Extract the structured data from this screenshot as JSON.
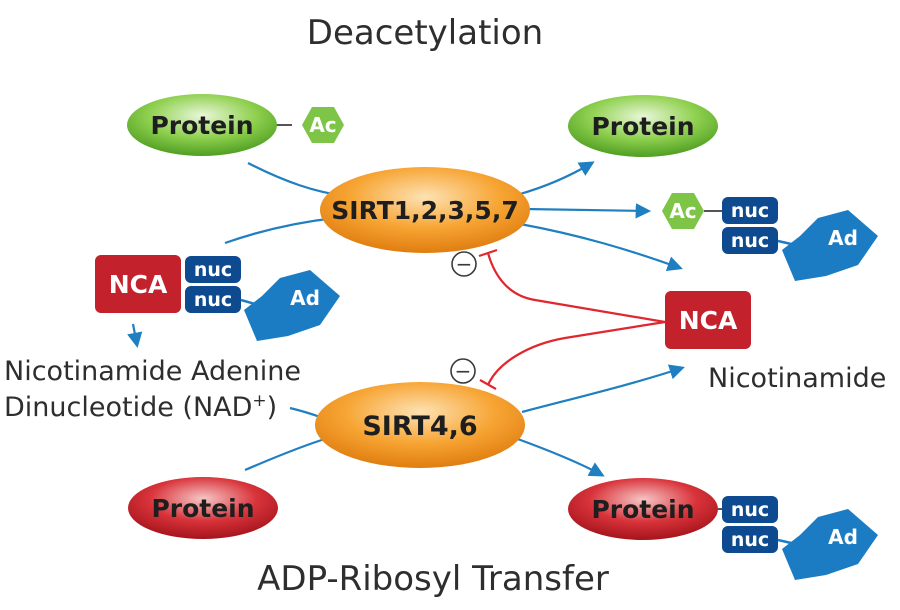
{
  "titles": {
    "top": "Deacetylation",
    "bottom": "ADP-Ribosyl Transfer"
  },
  "labels": {
    "nad_line1": "Nicotinamide Adenine",
    "nad_line2": "Dinucleotide (NAD",
    "nad_sup": "+",
    "nad_close": ")",
    "nicotinamide": "Nicotinamide"
  },
  "nodes": {
    "protein": "Protein",
    "sirt_top": "SIRT1,2,3,5,7",
    "sirt_bottom": "SIRT4,6",
    "nca": "NCA",
    "ac": "Ac",
    "nuc": "nuc",
    "ad": "Ad",
    "inhibit": "−"
  },
  "colors": {
    "green": "#7cc242",
    "orange": "#f59a28",
    "red_oval": "#c8202a",
    "nca_box": "#c3212c",
    "nuc_box": "#0e4a8f",
    "ad_shape": "#1b7cc4",
    "ac_hex": "#7dc447",
    "arrow_blue": "#1f7fc0",
    "inhibit_red": "#e0262e"
  }
}
